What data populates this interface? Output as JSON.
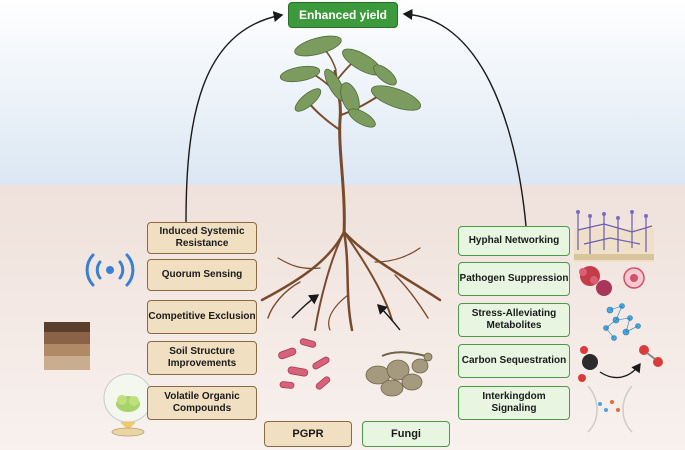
{
  "title": "Enhanced yield",
  "left_mechanisms": [
    {
      "label": "Induced Systemic Resistance"
    },
    {
      "label": "Quorum Sensing"
    },
    {
      "label": "Competitive Exclusion"
    },
    {
      "label": "Soil Structure Improvements"
    },
    {
      "label": "Volatile Organic Compounds"
    }
  ],
  "right_mechanisms": [
    {
      "label": "Hyphal Networking"
    },
    {
      "label": "Pathogen Suppression"
    },
    {
      "label": "Stress-Alleviating Metabolites"
    },
    {
      "label": "Carbon Sequestration"
    },
    {
      "label": "Interkingdom Signaling"
    }
  ],
  "microbes": {
    "left": "PGPR",
    "right": "Fungi"
  },
  "colors": {
    "sky_top": "#ffffff",
    "sky_bottom": "#dbe7f3",
    "soil": "#f3e8e4",
    "left_box_fill": "#f1dfc2",
    "right_box_fill": "#e7f5e1",
    "yield_fill": "#3d9a3c",
    "root": "#7a4a2c",
    "leaf": "#7c9b5e"
  },
  "icons": [
    "wifi-signal-icon",
    "soil-layers-icon",
    "voc-flask-icon",
    "mycelium-network-icon",
    "pathogen-icon",
    "metabolite-molecule-icon",
    "co2-cycle-icon",
    "signaling-cell-icon",
    "bacteria-icon",
    "fungi-icon"
  ]
}
